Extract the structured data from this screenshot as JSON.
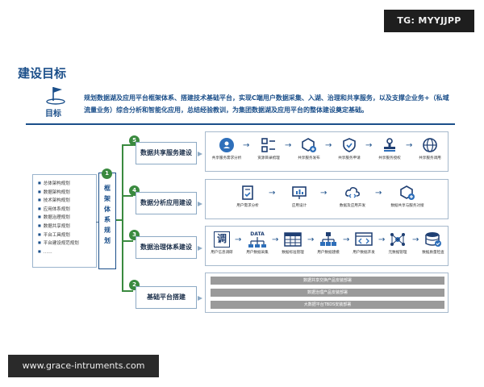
{
  "watermarks": {
    "top": "TG: MYYJJPP",
    "bottom": "www.grace-intruments.com"
  },
  "page_title": "建设目标",
  "goal": {
    "label": "目标",
    "text": "规划数据湖及应用平台框架体系、搭建技术基础平台，实现C端用户数据采集、入湖、治理和共享服务，以及支撑企业务+（私域流量业务）综合分析和智能化应用，总结经验教训，为集团数据湖及应用平台的整体建设奠定基础。"
  },
  "architecture_list": {
    "items": [
      "总体架构规划",
      "数据架构规划",
      "技术架构规划",
      "应用体系规划",
      "数据治理规划",
      "数据共享规划",
      "平台工具规划",
      "平台建设规范规划",
      "……"
    ]
  },
  "framework": {
    "number": "1",
    "label": "框架体系规划"
  },
  "sections": [
    {
      "number": "5",
      "label": "数据共享服务建设",
      "steps": [
        {
          "icon": "user-network-icon",
          "label": "共享服务需求分析"
        },
        {
          "icon": "catalog-list-icon",
          "label": "资源目录梳理"
        },
        {
          "icon": "cube-plus-icon",
          "label": "共享服务发布"
        },
        {
          "icon": "shield-check-icon",
          "label": "共享服务申请"
        },
        {
          "icon": "stamp-icon",
          "label": "共享服务授权"
        },
        {
          "icon": "globe-icon",
          "label": "共享服务调用"
        }
      ]
    },
    {
      "number": "4",
      "label": "数据分析应用建设",
      "steps": [
        {
          "icon": "document-check-icon",
          "label": "用户需求分析"
        },
        {
          "icon": "presentation-chart-icon",
          "label": "应用设计"
        },
        {
          "icon": "cloud-code-icon",
          "label": "数据及应用开发"
        },
        {
          "icon": "cube-plus-icon",
          "label": "数据共享与服务对接"
        }
      ]
    },
    {
      "number": "3",
      "label": "数据治理体系建设",
      "steps": [
        {
          "icon": "survey-glyph-icon",
          "label": "用户信息调研",
          "glyph": "调"
        },
        {
          "icon": "data-flow-icon",
          "label": "用户数据采集",
          "glyph": "DATA"
        },
        {
          "icon": "table-grid-icon",
          "label": "数据标准管理"
        },
        {
          "icon": "hierarchy-icon",
          "label": "用户数据建模"
        },
        {
          "icon": "code-window-icon",
          "label": "用户数据开发"
        },
        {
          "icon": "network-node-icon",
          "label": "元数据管理"
        },
        {
          "icon": "database-check-icon",
          "label": "数据质量检查"
        }
      ]
    },
    {
      "number": "2",
      "label": "基础平台搭建",
      "bars": [
        "数据共享交换产品安装部署",
        "数据治理产品安装部署",
        "大数据平台TBDS安装部署"
      ]
    }
  ],
  "colors": {
    "primary": "#1b4f8a",
    "accent_green": "#3a8a3f",
    "bar_gray": "#9a9a9a",
    "icon_navy": "#1f3f73"
  }
}
